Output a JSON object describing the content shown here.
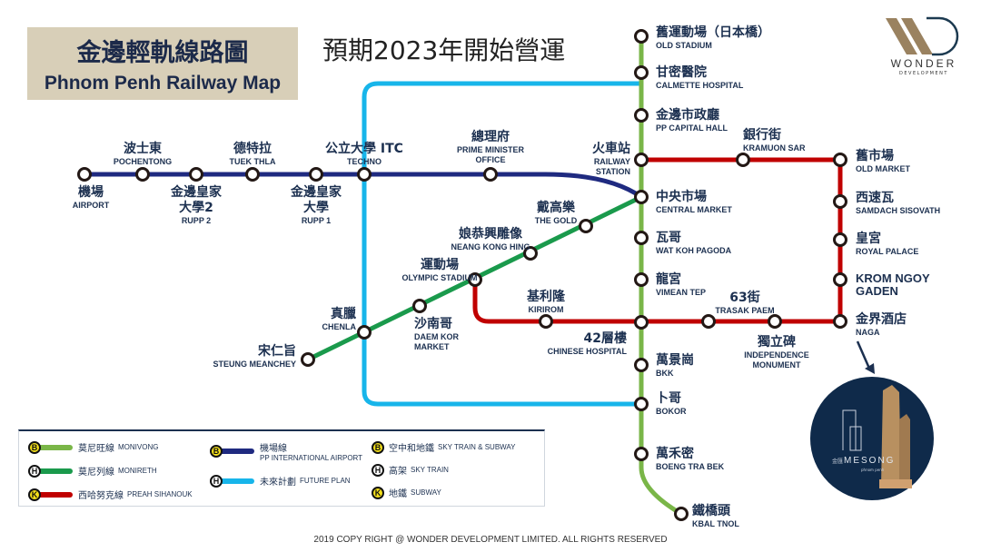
{
  "header": {
    "title_zh": "金邊輕軌線路圖",
    "title_en": "Phnom Penh Railway Map",
    "subtitle": "預期2023年開始營運"
  },
  "logo": {
    "word": "WONDER",
    "sub": "DEVELOPMENT"
  },
  "promo": {
    "brand": "MESONG",
    "brand_zh": "金匯",
    "tagline": "phnom penh"
  },
  "colors": {
    "monivong": "#7ab648",
    "monireth": "#1a9a4c",
    "preah_sihanouk": "#c00000",
    "airport": "#1f2a80",
    "future": "#17b5ea",
    "badge": "#f5e11a",
    "promo_bg": "#0f2a4a"
  },
  "stations": {
    "airport": {
      "zh": [
        "機場"
      ],
      "en": [
        "AIRPORT"
      ]
    },
    "pochentong": {
      "zh": [
        "波士東"
      ],
      "en": [
        "POCHENTONG"
      ]
    },
    "rupp2": {
      "zh": [
        "金邊皇家",
        "大學2"
      ],
      "en": [
        "RUPP 2"
      ]
    },
    "tuekthla": {
      "zh": [
        "德特拉"
      ],
      "en": [
        "TUEK THLA"
      ]
    },
    "rupp1": {
      "zh": [
        "金邊皇家",
        "大學"
      ],
      "en": [
        "RUPP 1"
      ]
    },
    "techno": {
      "zh": [
        "公立大學 ITC"
      ],
      "en": [
        "TECHNO"
      ]
    },
    "pmoffice": {
      "zh": [
        "總理府"
      ],
      "en": [
        "PRIME MINISTER",
        "OFFICE"
      ]
    },
    "oldstadium": {
      "zh": [
        "舊運動場（日本橋）"
      ],
      "en": [
        "OLD STADIUM"
      ]
    },
    "calmette": {
      "zh": [
        "甘密醫院"
      ],
      "en": [
        "CALMETTE HOSPITAL"
      ]
    },
    "capitalhall": {
      "zh": [
        "金邊市政廳"
      ],
      "en": [
        "PP CAPITAL HALL"
      ]
    },
    "railway": {
      "zh": [
        "火車站"
      ],
      "en": [
        "RAILWAY",
        "STATION"
      ]
    },
    "kramuon": {
      "zh": [
        "銀行街"
      ],
      "en": [
        "KRAMUON SAR"
      ]
    },
    "oldmarket": {
      "zh": [
        "舊市場"
      ],
      "en": [
        "OLD MARKET"
      ]
    },
    "central": {
      "zh": [
        "中央市場"
      ],
      "en": [
        "CENTRAL MARKET"
      ]
    },
    "watkoh": {
      "zh": [
        "瓦哥"
      ],
      "en": [
        "WAT KOH PAGODA"
      ]
    },
    "vimean": {
      "zh": [
        "龍宮"
      ],
      "en": [
        "VIMEAN TEP"
      ]
    },
    "chinese": {
      "zh": [
        "42層樓"
      ],
      "en": [
        "CHINESE HOSPITAL"
      ]
    },
    "bkk": {
      "zh": [
        "萬景崗"
      ],
      "en": [
        "BKK"
      ]
    },
    "bokor": {
      "zh": [
        "卜哥"
      ],
      "en": [
        "BOKOR"
      ]
    },
    "boeng": {
      "zh": [
        "萬禾密"
      ],
      "en": [
        "BOENG TRA BEK"
      ]
    },
    "kbal": {
      "zh": [
        "鐵橋頭"
      ],
      "en": [
        "KBAL TNOL"
      ]
    },
    "sisovath": {
      "zh": [
        "西速瓦"
      ],
      "en": [
        "SAMDACH SISOVATH"
      ]
    },
    "royal": {
      "zh": [
        "皇宮"
      ],
      "en": [
        "ROYAL PALACE"
      ]
    },
    "kromngoy": {
      "zh": [],
      "en": [
        "KROM NGOY",
        "GADEN"
      ]
    },
    "naga": {
      "zh": [
        "金界酒店"
      ],
      "en": [
        "NAGA"
      ]
    },
    "independence": {
      "zh": [
        "獨立碑"
      ],
      "en": [
        "INDEPENDENCE",
        "MONUMENT"
      ]
    },
    "trasak": {
      "zh": [
        "63街"
      ],
      "en": [
        "TRASAK PAEM"
      ]
    },
    "kirirom": {
      "zh": [
        "基利隆"
      ],
      "en": [
        "KIRIROM"
      ]
    },
    "olympic": {
      "zh": [
        "運動場"
      ],
      "en": [
        "OLYMPIC STADIUM"
      ]
    },
    "nkh": {
      "zh": [
        "娘恭興雕像"
      ],
      "en": [
        "NEANG KONG HING"
      ]
    },
    "gold": {
      "zh": [
        "戴高樂"
      ],
      "en": [
        "THE GOLD"
      ]
    },
    "daemkor": {
      "zh": [
        "沙南哥"
      ],
      "en": [
        "DAEM KOR",
        "MARKET"
      ]
    },
    "chenla": {
      "zh": [
        "真臘"
      ],
      "en": [
        "CHENLA"
      ]
    },
    "steung": {
      "zh": [
        "宋仁旨"
      ],
      "en": [
        "STEUNG MEANCHEY"
      ]
    }
  },
  "legend": {
    "lines": [
      {
        "badge": "B",
        "zh": "莫尼旺線",
        "en": "MONIVONG",
        "color": "#7ab648"
      },
      {
        "badge": "H",
        "zh": "莫尼列線",
        "en": "MONIRETH",
        "color": "#1a9a4c"
      },
      {
        "badge": "K",
        "zh": "西哈努克線",
        "en": "PREAH SIHANOUK",
        "color": "#c00000"
      },
      {
        "badge": "B",
        "zh": "機場線",
        "en": "PP INTERNATIONAL AIRPORT",
        "color": "#1f2a80"
      },
      {
        "badge": "H",
        "zh": "未來計劃",
        "en": "FUTURE PLAN",
        "color": "#17b5ea"
      }
    ],
    "types": [
      {
        "badge": "B",
        "zh": "空中和地鐵",
        "en": "SKY TRAIN & SUBWAY"
      },
      {
        "badge": "H",
        "zh": "高架",
        "en": "SKY TRAIN"
      },
      {
        "badge": "K",
        "zh": "地鐵",
        "en": "SUBWAY"
      }
    ]
  },
  "footer": "2019 COPY RIGHT @ WONDER DEVELOPMENT LIMITED. ALL RIGHTS RESERVED"
}
